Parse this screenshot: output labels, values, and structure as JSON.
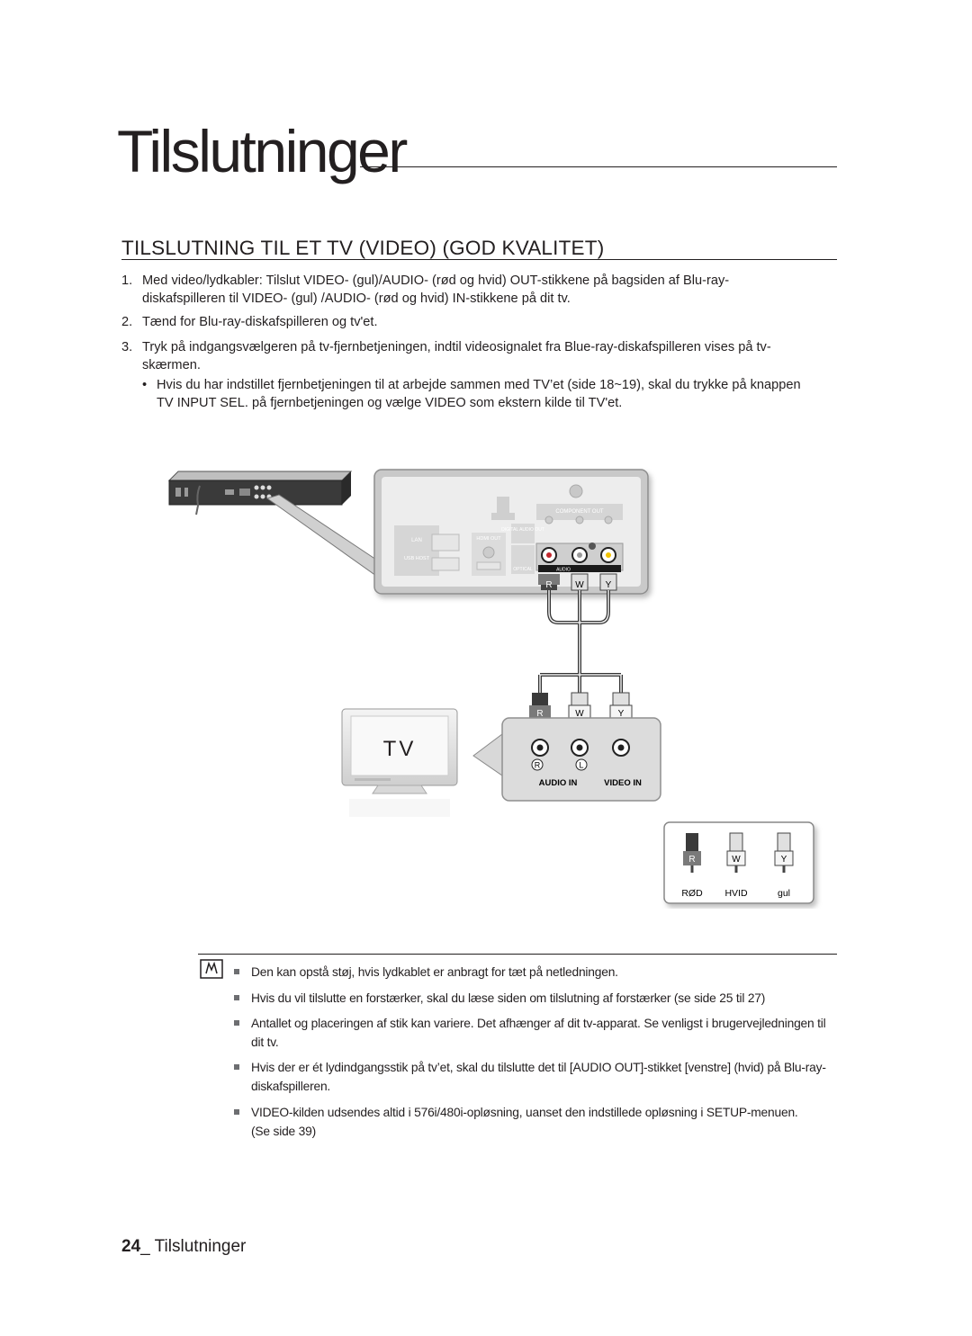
{
  "chapter_title": "Tilslutninger",
  "section_title": "TILSLUTNING TIL ET TV (VIDEO) (GOD KVALITET)",
  "steps": [
    {
      "num": "1.",
      "line1_a": "Med video/lydkabler: Tilslut ",
      "line1_video": "VIDEO",
      "line1_b": "- (gul)/",
      "line1_audio": "AUDIO",
      "line1_c": "- (rød og hvid) ",
      "line1_out": "OUT",
      "line1_d": "-stikkene på bagsiden af Blu-ray-",
      "line2_a": "diskafspilleren til ",
      "line2_video": "VIDEO",
      "line2_b": "- (gul) /",
      "line2_audio": "AUDIO",
      "line2_c": "- (rød og hvid) IN-stikkene på dit tv."
    },
    {
      "num": "2.",
      "text": "Tænd for Blu-ray-diskafspilleren og tv'et."
    },
    {
      "num": "3.",
      "line1": "Tryk på indgangsvælgeren på tv-fjernbetjeningen, indtil videosignalet fra Blue-ray-diskafspilleren vises på tv-",
      "line2": "skærmen."
    }
  ],
  "bullet": {
    "dot": "•",
    "line1": "Hvis du har indstillet fjernbetjeningen til at arbejde sammen med TV’et (side 18~19), skal du trykke på knappen",
    "line2_key": "TV INPUT SEL.",
    "line2_rest": " på fjernbetjeningen og vælge VIDEO som ekstern kilde til TV'et."
  },
  "diagram": {
    "player_panel": {
      "component_out": "COMPONENT OUT",
      "digital_audio_out": "DIGITAL AUDIO OUT",
      "hdmi_out": "HDMI OUT",
      "lan": "LAN",
      "usb_host": "USB HOST",
      "optical": "OPTICAL",
      "audio": "AUDIO",
      "plug_r": "R",
      "plug_w": "W",
      "plug_y": "Y"
    },
    "tv_label": "TV",
    "tv_panel": {
      "plug_r": "R",
      "plug_w": "W",
      "plug_y": "Y",
      "jack_r": "R",
      "jack_l": "L",
      "audio_in": "AUDIO IN",
      "video_in": "VIDEO IN"
    },
    "legend": {
      "plug_r": "R",
      "plug_w": "W",
      "plug_y": "Y",
      "red": "RØD",
      "white": "HVID",
      "yellow": "gul"
    }
  },
  "notes": [
    {
      "line1": "Den kan opstå støj, hvis lydkablet er anbragt for tæt på netledningen."
    },
    {
      "line1": "Hvis du vil tilslutte en forstærker, skal du læse siden om tilslutning af forstærker   (se side 25 til 27)"
    },
    {
      "line1": "Antallet og placeringen af stik kan variere. Det afhænger af dit tv-apparat. Se venligst i brugervejledningen til",
      "line2": "dit tv."
    },
    {
      "line1": "Hvis der er ét lydindgangsstik på tv’et, skal du tilslutte det til [AUDIO OUT]-stikket [venstre] (hvid) på Blu-ray-",
      "line2": "diskafspilleren."
    },
    {
      "line1": "VIDEO-kilden udsendes altid i 576i/480i-opløsning, uanset den indstillede opløsning i SETUP-menuen.",
      "line2": "(Se side 39)"
    }
  ],
  "footer": {
    "page_number": "24",
    "separator": "_ ",
    "title": "Tilslutninger"
  },
  "colors": {
    "text": "#231f20",
    "panel_gray": "#d9d9d9",
    "jack_red": "#c1272d",
    "jack_yellow": "#f2c300"
  }
}
